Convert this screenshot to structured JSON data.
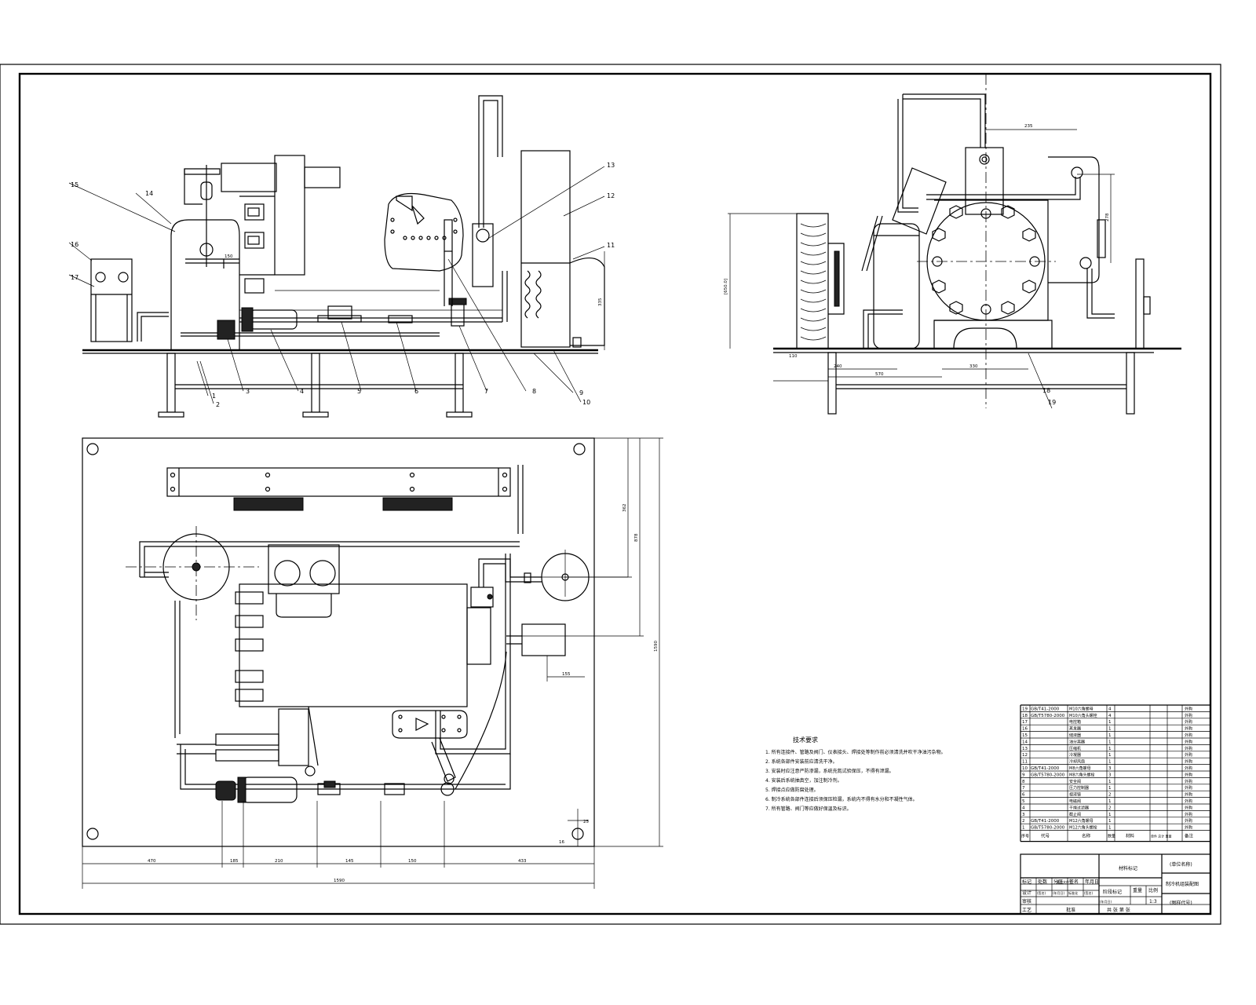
{
  "balloons": {
    "front": [
      "1",
      "2",
      "3",
      "4",
      "5",
      "6",
      "7",
      "8",
      "9",
      "10",
      "11",
      "12",
      "13",
      "14",
      "15",
      "16",
      "17"
    ],
    "side": [
      "18",
      "19"
    ]
  },
  "dimensions": {
    "front_height": "335",
    "front_small": "150",
    "side_height": "[650.0]",
    "side_top": "235",
    "side_right": "278",
    "side_b1": "110",
    "side_b2": "240",
    "side_b3": "570",
    "side_b4": "330",
    "plan_bottom": [
      "470",
      "185",
      "210",
      "145",
      "150",
      "433"
    ],
    "plan_total": "1590",
    "plan_right_1": "362",
    "plan_right_2": "878",
    "plan_right_3": "1590",
    "plan_mid": "155",
    "plan_corner_1": "25",
    "plan_corner_2": "16"
  },
  "notes": {
    "title": "技术要求",
    "lines": [
      "1. 所有连接件、管路及阀门、仪表接头、焊接处等制作前必须清洗并吹干净油污杂物。",
      "2. 系统各部件安装前应清洗干净。",
      "3. 安装时应注意严防渗漏，系统充氮试验保压，不得有泄漏。",
      "4. 安装后系统抽真空，加注制冷剂。",
      "5. 焊接点应做防腐处理。",
      "6. 制冷系统各部件连接后须保压检漏，系统内不得有水分和不凝性气体。",
      "7. 所有管路、阀门等应做好保温及标识。"
    ]
  },
  "bom": [
    [
      "19",
      "GB/T41-2000",
      "M10六角螺母",
      "4",
      "",
      "外购"
    ],
    [
      "18",
      "GB/T5780-2000",
      "M10六角头螺栓",
      "4",
      "",
      "外购"
    ],
    [
      "17",
      "",
      "电控箱",
      "1",
      "",
      "外购"
    ],
    [
      "16",
      "",
      "蒸发器",
      "1",
      "",
      "外购"
    ],
    [
      "15",
      "",
      "储液器",
      "1",
      "",
      "外购"
    ],
    [
      "14",
      "",
      "油分离器",
      "1",
      "",
      "外购"
    ],
    [
      "13",
      "",
      "压缩机",
      "1",
      "",
      "外购"
    ],
    [
      "12",
      "",
      "冷凝器",
      "1",
      "",
      "外购"
    ],
    [
      "11",
      "",
      "冷却风扇",
      "1",
      "",
      "外购"
    ],
    [
      "10",
      "GB/T41-2000",
      "M8六角螺母",
      "3",
      "",
      "外购"
    ],
    [
      "9",
      "GB/T5780-2000",
      "M8六角头螺栓",
      "3",
      "",
      "外购"
    ],
    [
      "8",
      "",
      "安全阀",
      "1",
      "",
      "外购"
    ],
    [
      "7",
      "",
      "压力控制器",
      "1",
      "",
      "外购"
    ],
    [
      "6",
      "",
      "视液镜",
      "2",
      "",
      "外购"
    ],
    [
      "5",
      "",
      "电磁阀",
      "1",
      "",
      "外购"
    ],
    [
      "4",
      "",
      "干燥过滤器",
      "2",
      "",
      "外购"
    ],
    [
      "3",
      "",
      "截止阀",
      "1",
      "",
      "外购"
    ],
    [
      "2",
      "GB/T41-2000",
      "M12六角螺母",
      "1",
      "",
      "外购"
    ],
    [
      "1",
      "GB/T5780-2000",
      "M12六角头螺栓",
      "1",
      "",
      "外购"
    ]
  ],
  "bom_header": [
    "序号",
    "代号",
    "名称",
    "数量",
    "材料",
    "单件 总计 重量",
    "备注"
  ],
  "title_block": {
    "material": "材料标记",
    "unit": "(单位名称)",
    "drawing_name": "制冷机组装配图",
    "drawing_no": "(图样代号)",
    "stage": "阶段标记",
    "weight": "重量",
    "scale": "比例",
    "scale_value": "1:3",
    "sheet": "共 张 第 张",
    "row1": [
      "标记",
      "处数",
      "分区",
      "更改文件号",
      "签名",
      "年月日"
    ],
    "row2": [
      "设计",
      "(签名)",
      "(年月日)",
      "标准化",
      "(签名)",
      "(年月日)"
    ],
    "row3": [
      "审核"
    ],
    "row4": [
      "工艺",
      "批准"
    ]
  }
}
